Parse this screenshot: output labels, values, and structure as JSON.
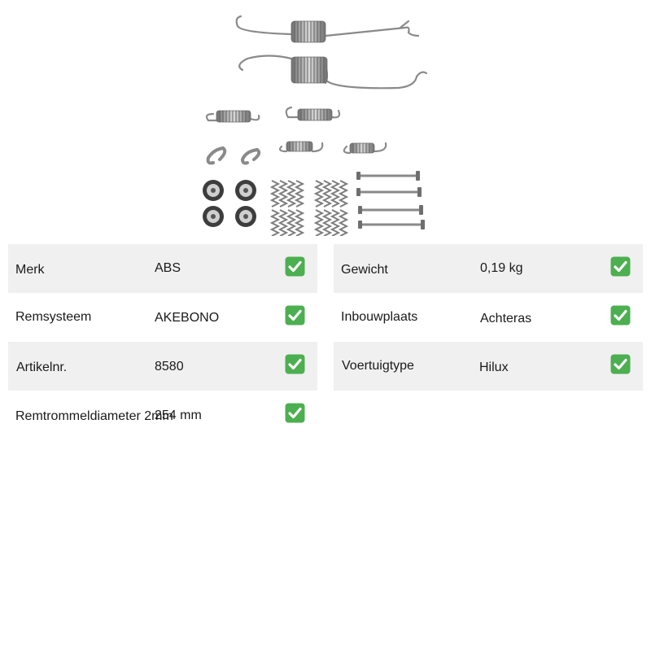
{
  "check_color": "#4caf50",
  "product_image": {
    "icon": "brake-shoe-hardware-kit-image"
  },
  "specs_left": [
    {
      "label": "Merk",
      "value": "ABS",
      "status_icon": "checkmark-icon"
    },
    {
      "label": "Remsysteem",
      "value": "AKEBONO",
      "status_icon": "checkmark-icon"
    },
    {
      "label": "Artikelnr.",
      "value": "8580",
      "status_icon": "checkmark-icon"
    },
    {
      "label": "Remtrommeldiameter 2mm",
      "value": "254 mm",
      "status_icon": "checkmark-icon"
    }
  ],
  "specs_right": [
    {
      "label": "Gewicht",
      "value": "0,19 kg",
      "status_icon": "checkmark-icon"
    },
    {
      "label": "Inbouwplaats",
      "value": "Achteras",
      "status_icon": "checkmark-icon"
    },
    {
      "label": "Voertuigtype",
      "value": "Hilux",
      "status_icon": "checkmark-icon"
    }
  ]
}
